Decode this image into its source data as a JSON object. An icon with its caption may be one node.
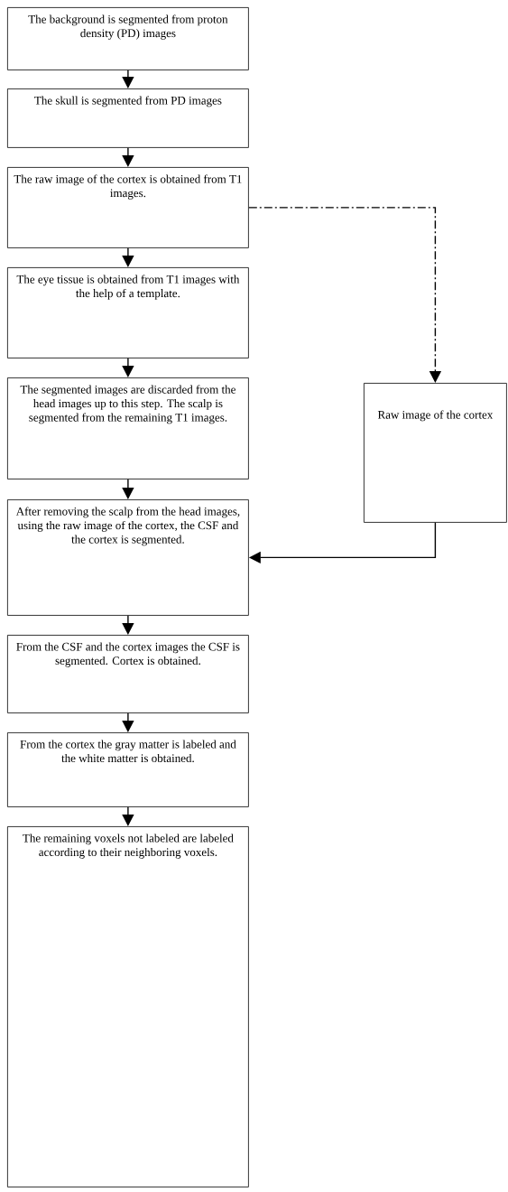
{
  "diagram": {
    "nodes": [
      {
        "text": [
          "The background is segmented from proton density (PD) images"
        ]
      },
      {
        "text": [
          "The skull is segmented from PD images"
        ]
      },
      {
        "text": [
          "The raw image of the cortex is obtained from T1 images."
        ]
      },
      {
        "text": [
          "The eye tissue is obtained from T1 images with the help of a template."
        ]
      },
      {
        "text": [
          "The segmented images are discarded from the head images up to this step. The scalp is segmented from the remaining T1 images."
        ]
      },
      {
        "text": [
          "After removing the scalp from the head images, using the raw image of the cortex, the CSF and the cortex is segmented."
        ]
      },
      {
        "text": [
          "From the CSF and the cortex images the CSF is segmented. Cortex is obtained."
        ]
      },
      {
        "text": [
          "From the cortex the gray matter is labeled and the white matter is obtained."
        ]
      },
      {
        "text": [
          "The remaining voxels not labeled are labeled according to their neighboring voxels."
        ]
      },
      {
        "text": [
          "Raw image of the cortex"
        ]
      }
    ],
    "edges": [
      {
        "from": 0,
        "to": 1,
        "arrow": "to"
      },
      {
        "from": 1,
        "to": 2,
        "arrow": "to"
      },
      {
        "from": 2,
        "to": 3,
        "arrow": "to"
      },
      {
        "from": 3,
        "to": 4,
        "arrow": "to"
      },
      {
        "from": 4,
        "to": 5,
        "arrow": "to"
      },
      {
        "from": 5,
        "to": 6,
        "arrow": "to"
      },
      {
        "from": 6,
        "to": 7,
        "arrow": "to"
      },
      {
        "from": 7,
        "to": 8,
        "arrow": "to"
      },
      {
        "from": 2,
        "to": 9,
        "arrow": "to",
        "style": "dashed"
      },
      {
        "from": 9,
        "to": 5,
        "arrow": "to"
      }
    ]
  }
}
